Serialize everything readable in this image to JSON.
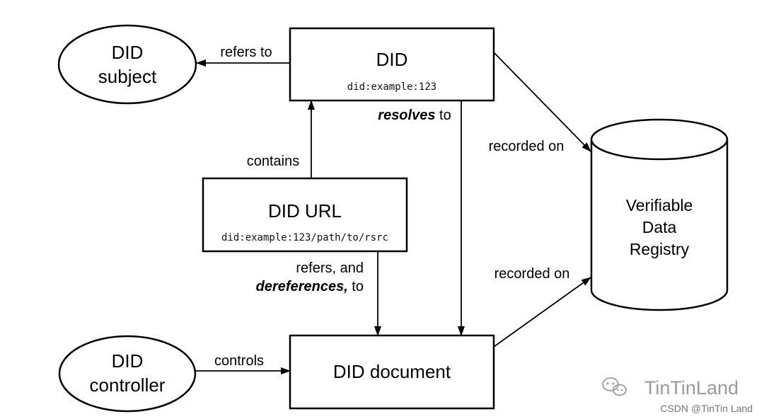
{
  "nodes": {
    "did": {
      "title": "DID",
      "code": "did:example:123"
    },
    "did_subject": {
      "line1": "DID",
      "line2": "subject"
    },
    "did_url": {
      "title": "DID URL",
      "code": "did:example:123/path/to/rsrc"
    },
    "did_document": {
      "title": "DID document"
    },
    "did_controller": {
      "line1": "DID",
      "line2": "controller"
    },
    "registry": {
      "line1": "Verifiable",
      "line2": "Data",
      "line3": "Registry"
    }
  },
  "edges": {
    "refers_to": "refers to",
    "resolves_emph": "resolves",
    "resolves_to": " to",
    "contains": "contains",
    "recorded_on_top": "recorded on",
    "recorded_on_bottom": "recorded on",
    "refers_and": "refers, and",
    "dereferences_emph": "dereferences,",
    "dereferences_to": " to",
    "controls": "controls"
  },
  "watermark": {
    "brand": "TinTinLand",
    "brand_icon": "wechat-icon",
    "caption": "CSDN @TinTin Land"
  },
  "colors": {
    "stroke": "#000000",
    "watermark": "#9a9a9a"
  }
}
